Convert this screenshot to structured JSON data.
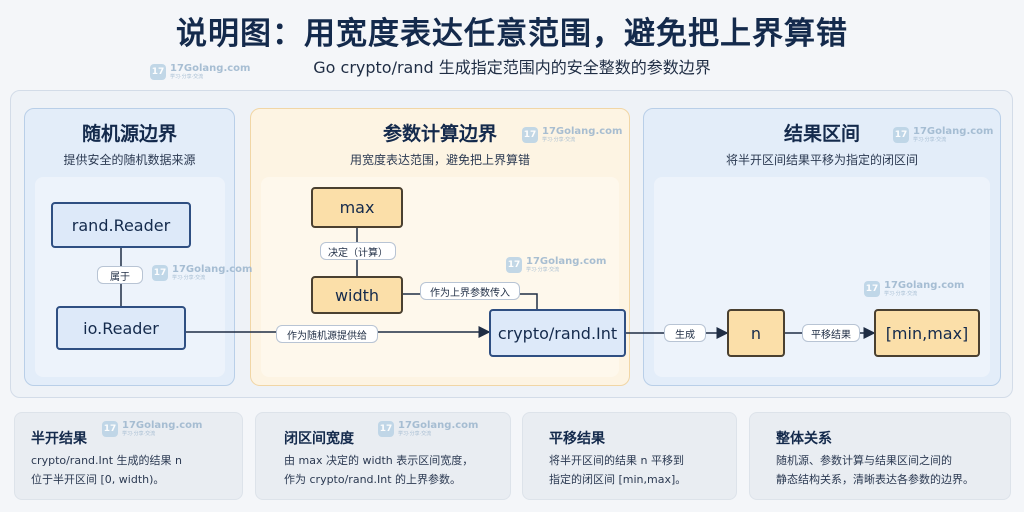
{
  "header": {
    "title": "说明图：用宽度表达任意范围，避免把上界算错",
    "subtitle": "Go crypto/rand 生成指定范围内的安全整数的参数边界"
  },
  "watermark": {
    "text": "17Golang.com",
    "sub": "学习·分享·交流",
    "icon": "17"
  },
  "panels": {
    "random": {
      "title": "随机源边界",
      "subtitle": "提供安全的随机数据来源"
    },
    "params": {
      "title": "参数计算边界",
      "subtitle": "用宽度表达范围，避免把上界算错"
    },
    "result": {
      "title": "结果区间",
      "subtitle": "将半开区间结果平移为指定的闭区间"
    }
  },
  "nodes": {
    "rand_reader": "rand.Reader",
    "io_reader": "io.Reader",
    "max": "max",
    "width": "width",
    "rand_int": "crypto/rand.Int",
    "n": "n",
    "range": "[min,max]"
  },
  "edges": {
    "belongs": "属于",
    "as_source": "作为随机源提供给",
    "decides": "决定（计算）",
    "upper_param": "作为上界参数传入",
    "generates": "生成",
    "shift": "平移结果"
  },
  "cards": [
    {
      "title": "半开结果",
      "lines": [
        "crypto/rand.Int 生成的结果 n",
        "位于半开区间 [0, width)。"
      ]
    },
    {
      "title": "闭区间宽度",
      "lines": [
        "由 max 决定的 width 表示区间宽度，",
        "作为 crypto/rand.Int 的上界参数。"
      ]
    },
    {
      "title": "平移结果",
      "lines": [
        "将半开区间的结果 n 平移到",
        "指定的闭区间 [min,max]。"
      ]
    },
    {
      "title": "整体关系",
      "lines": [
        "随机源、参数计算与结果区间之间的",
        "静态结构关系，清晰表达各参数的边界。"
      ]
    }
  ]
}
